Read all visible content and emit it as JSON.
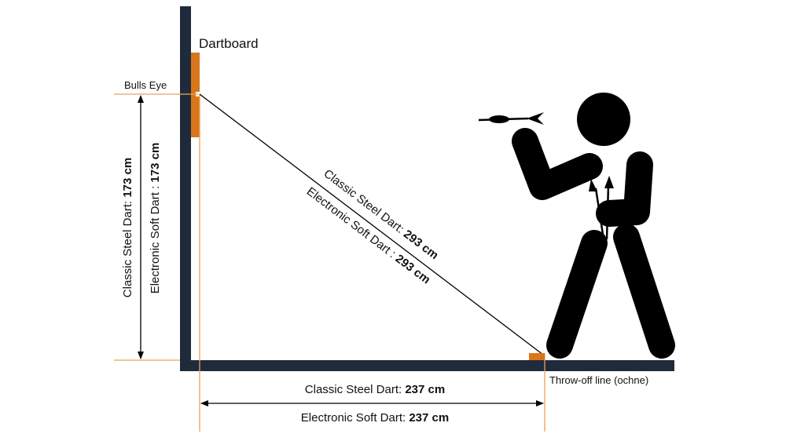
{
  "labels": {
    "dartboard": "Dartboard",
    "bulls_eye": "Bulls Eye",
    "throw_off_line": "Throw-off line (ochne)"
  },
  "height": {
    "steel_prefix": "Classic Steel Dart: ",
    "steel_value": "173 cm",
    "soft_prefix": "Electronic Soft Dart : ",
    "soft_value": "173 cm"
  },
  "diagonal": {
    "steel_prefix": "Classic Steel Dart: ",
    "steel_value": "293 cm",
    "soft_prefix": "Electronic Soft Dart : ",
    "soft_value": "293 cm"
  },
  "distance": {
    "steel_prefix": "Classic Steel Dart: ",
    "steel_value": "237 cm",
    "soft_prefix": "Electronic Soft Dart: ",
    "soft_value": "237 cm"
  },
  "colors": {
    "wall": "#1f2b3b",
    "accent": "#d9761a",
    "guide": "#e8a25a",
    "silhouette": "#000000"
  }
}
